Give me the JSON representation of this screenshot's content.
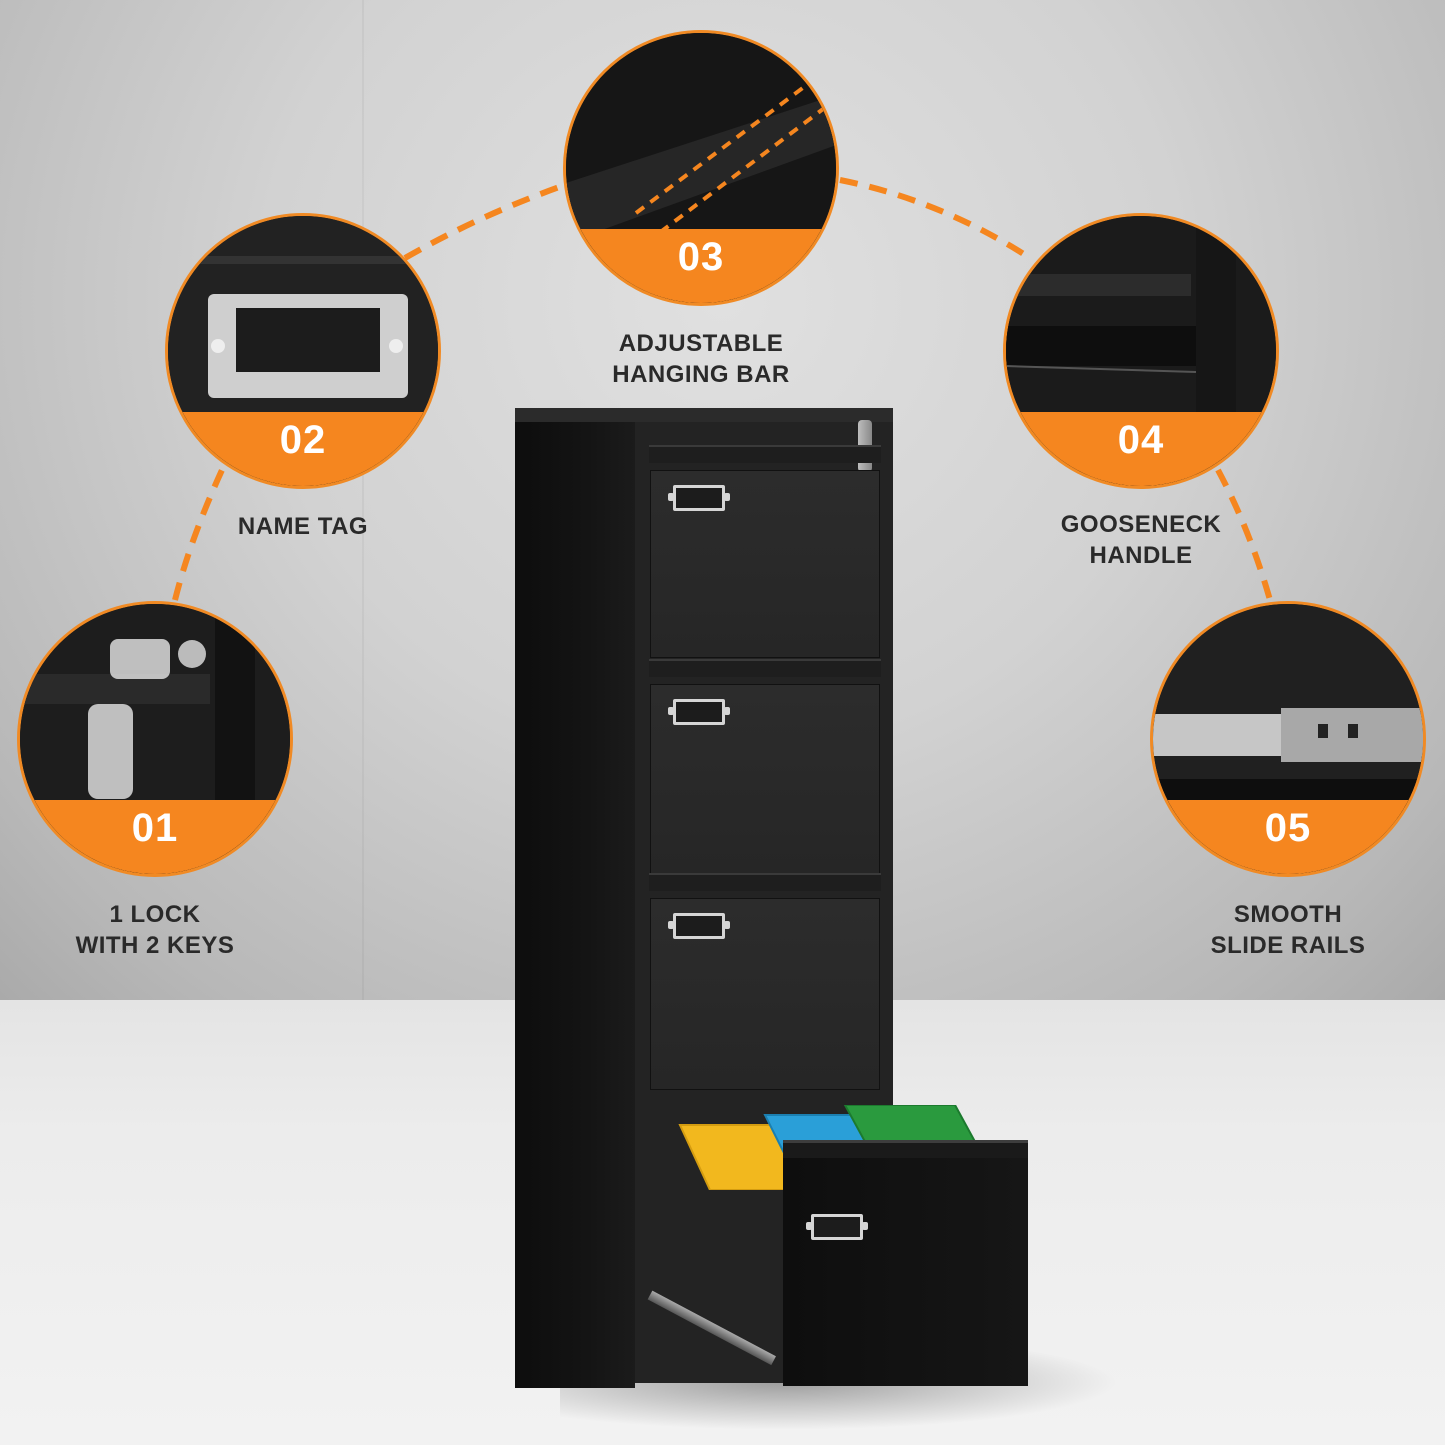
{
  "colors": {
    "accent": "#f5861f",
    "cabinet": "#232323",
    "caption_text": "#2a2a2a",
    "folder_yellow": "#f2b81e",
    "folder_blue": "#2a9fd8",
    "folder_green": "#2a9a3e"
  },
  "product": {
    "type": "4-drawer vertical filing cabinet",
    "color": "black",
    "drawers": 4
  },
  "features": [
    {
      "number": "01",
      "label_lines": [
        "1 LOCK",
        "WITH 2 KEYS"
      ],
      "icon": "lock-key-icon"
    },
    {
      "number": "02",
      "label_lines": [
        "NAME TAG"
      ],
      "icon": "name-tag-icon"
    },
    {
      "number": "03",
      "label_lines": [
        "ADJUSTABLE",
        "HANGING BAR"
      ],
      "icon": "hanging-bar-icon"
    },
    {
      "number": "04",
      "label_lines": [
        "GOOSENECK",
        "HANDLE"
      ],
      "icon": "gooseneck-handle-icon"
    },
    {
      "number": "05",
      "label_lines": [
        "SMOOTH",
        "SLIDE RAILS"
      ],
      "icon": "slide-rail-icon"
    }
  ]
}
